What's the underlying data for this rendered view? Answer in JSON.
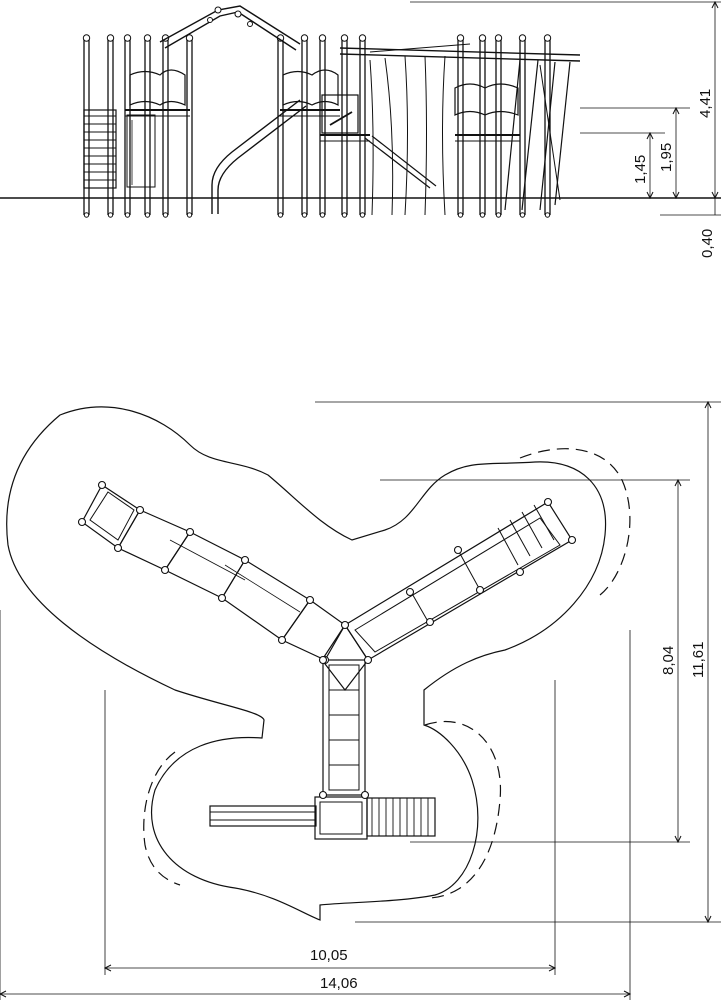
{
  "elevation": {
    "dimensions": {
      "overall_height": "4,41",
      "platform_high": "1,95",
      "platform_low": "1,45",
      "foundation_depth": "0,40"
    }
  },
  "plan": {
    "dimensions": {
      "depth_structure": "8,04",
      "depth_safety_zone": "11,61",
      "width_structure": "10,05",
      "width_safety_zone": "14,06"
    }
  }
}
